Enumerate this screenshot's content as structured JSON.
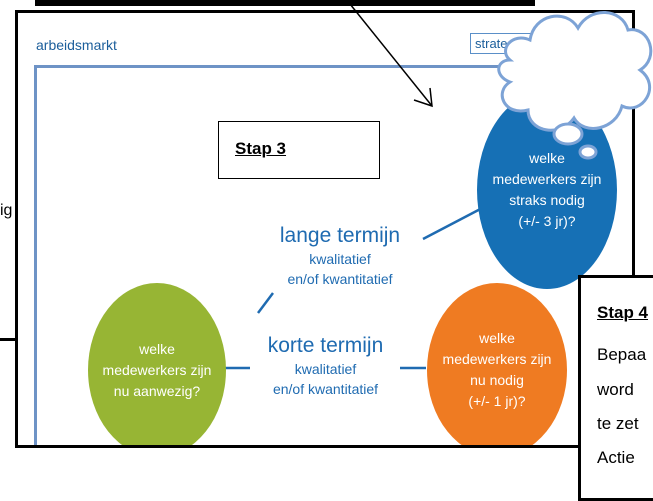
{
  "slide": {
    "brand": "arbeidsmarkt",
    "strategie_label": "strategie organisatie"
  },
  "circles": {
    "blue": [
      "welke",
      "medewerkers zijn",
      "straks nodig",
      "(+/- 3 jr)?"
    ],
    "green": [
      "welke",
      "medewerkers zijn",
      "nu aanwezig?"
    ],
    "orange": [
      "welke",
      "medewerkers zijn",
      "nu nodig",
      "(+/- 1 jr)?"
    ]
  },
  "terms": {
    "long": {
      "title": "lange termijn",
      "l1": "kwalitatief",
      "l2": "en/of kwantitatief"
    },
    "short": {
      "title": "korte termijn",
      "l1": "kwalitatief",
      "l2": "en/of kwantitatief"
    }
  },
  "overlay": {
    "stap3": "Stap 3",
    "stap4": "Stap 4",
    "stap4_lines": [
      "Bepaa",
      "word",
      "te zet",
      "Actie"
    ],
    "left_fragment": "ig"
  },
  "colors": {
    "blue_circle": "#1670b5",
    "green_circle": "#97b534",
    "orange_circle": "#ef7b22",
    "term_text": "#1f6bb1",
    "inner_frame": "#6e93c6"
  }
}
